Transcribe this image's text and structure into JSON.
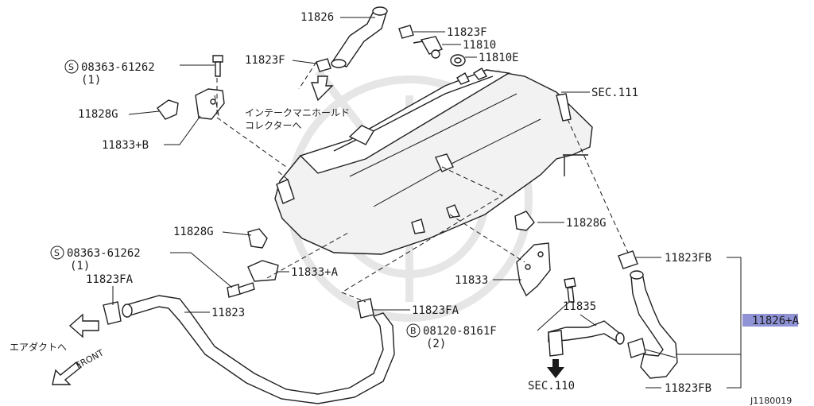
{
  "labels": {
    "p11826_top": "11826",
    "p11823F_a": "11823F",
    "p11810": "11810",
    "p11810E": "11810E",
    "p11823F_b": "11823F",
    "bolt_top": "08363-61262",
    "bolt_top_qty": "(1)",
    "p11828G_top": "11828G",
    "p11833B": "11833+B",
    "jp_intake": "インテークマニホールド",
    "jp_collector": "コレクターへ",
    "sec111": "SEC.111",
    "p11828G_right": "11828G",
    "p11828G_mid": "11828G",
    "bolt_mid": "08363-61262",
    "bolt_mid_qty": "(1)",
    "p11833A": "11833+A",
    "p11823FA_left": "11823FA",
    "p11823": "11823",
    "p11833": "11833",
    "p11823FA_mid": "11823FA",
    "bolt_b": "08120-8161F",
    "bolt_b_qty": "(2)",
    "p11835": "11835",
    "p11823FB_top": "11823FB",
    "p11826A": "11826+A",
    "p11823FB_bottom": "11823FB",
    "sec110": "SEC.110",
    "jp_airduct": "エアダクトへ",
    "front": "FRONT",
    "diagram_code": "J1180019",
    "symbol_s": "S",
    "symbol_b": "B"
  },
  "colors": {
    "highlight": "#8f93d6",
    "line": "#1a1a1a"
  }
}
